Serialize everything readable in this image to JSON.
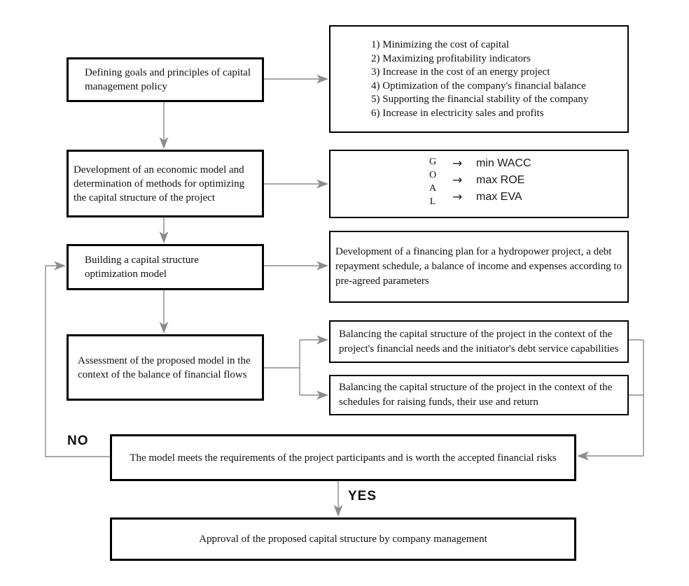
{
  "diagram": {
    "left_boxes": [
      {
        "label": "Defining goals and principles of capital management policy"
      },
      {
        "label": "Development of an economic model and determination of methods for optimizing the capital structure of the project"
      },
      {
        "label": "Building a capital structure optimization model"
      },
      {
        "label": "Assessment of the proposed model in the context of the balance of financial flows"
      }
    ],
    "goals_list": {
      "items": [
        "1) Minimizing the cost of capital",
        "2) Maximizing profitability indicators",
        "3) Increase in the cost of an energy project",
        "4) Optimization of the company's financial balance",
        "5) Supporting the financial stability of the company",
        "6) Increase in electricity sales and profits"
      ]
    },
    "goal_box": {
      "letters": [
        "G",
        "O",
        "A",
        "L"
      ],
      "rows": [
        {
          "arrow": "→",
          "label": "min WACC"
        },
        {
          "arrow": "→",
          "label": "max ROE"
        },
        {
          "arrow": "→",
          "label": "max EVA"
        }
      ]
    },
    "financing_box": "Development of a financing plan for a hydropower project, a debt repayment schedule, a balance of income and expenses according to pre-agreed parameters",
    "balancing_boxes": [
      "Balancing the capital structure of the project in the context of the project's financial needs and the initiator's debt service capabilities",
      "Balancing the capital structure of the project in the context of the schedules for raising funds, their use and return"
    ],
    "decision_box": "The model meets the requirements of the project participants and is worth the accepted financial risks",
    "approval_box": "Approval of the proposed capital structure by company management",
    "labels": {
      "no": "NO",
      "yes": "YES"
    },
    "colors": {
      "connector": "#8c8c8c",
      "box_border": "#000000",
      "background": "#ffffff",
      "text": "#111111"
    }
  }
}
